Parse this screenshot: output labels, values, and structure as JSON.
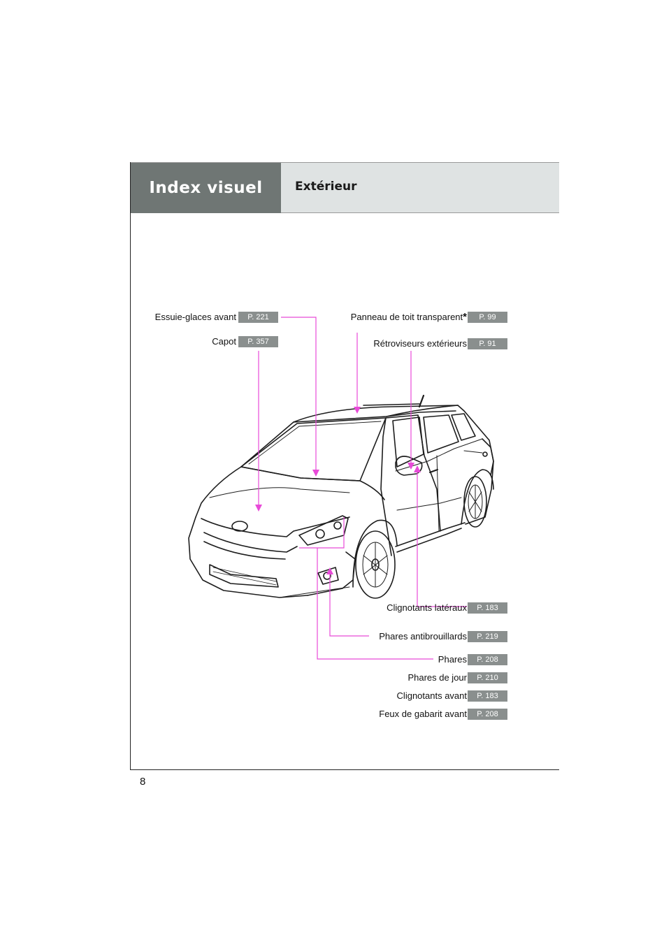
{
  "header": {
    "section_title": "Index visuel",
    "page_title": "Extérieur"
  },
  "callouts": {
    "essuie_glaces": {
      "label": "Essuie-glaces avant",
      "page": "P. 221"
    },
    "capot": {
      "label": "Capot",
      "page": "P. 357"
    },
    "panneau_toit": {
      "label": "Panneau de toit transparent",
      "marker": "*",
      "page": "P. 99"
    },
    "retroviseurs": {
      "label": "Rétroviseurs extérieurs",
      "page": "P. 91"
    },
    "clignotants_lateraux": {
      "label": "Clignotants latéraux",
      "page": "P. 183"
    },
    "phares_antibrouillards": {
      "label": "Phares antibrouillards",
      "page": "P. 219"
    },
    "phares": {
      "label": "Phares",
      "page": "P. 208"
    },
    "phares_jour": {
      "label": "Phares de jour",
      "page": "P. 210"
    },
    "clignotants_avant": {
      "label": "Clignotants avant",
      "page": "P. 183"
    },
    "feux_gabarit": {
      "label": "Feux de gabarit avant",
      "page": "P. 208"
    }
  },
  "footer": {
    "page_number": "8"
  },
  "colors": {
    "callout_line": "#e84ad8",
    "badge": "#8a8f8e",
    "header_dark": "#6f7674",
    "header_light": "#dfe3e3"
  }
}
